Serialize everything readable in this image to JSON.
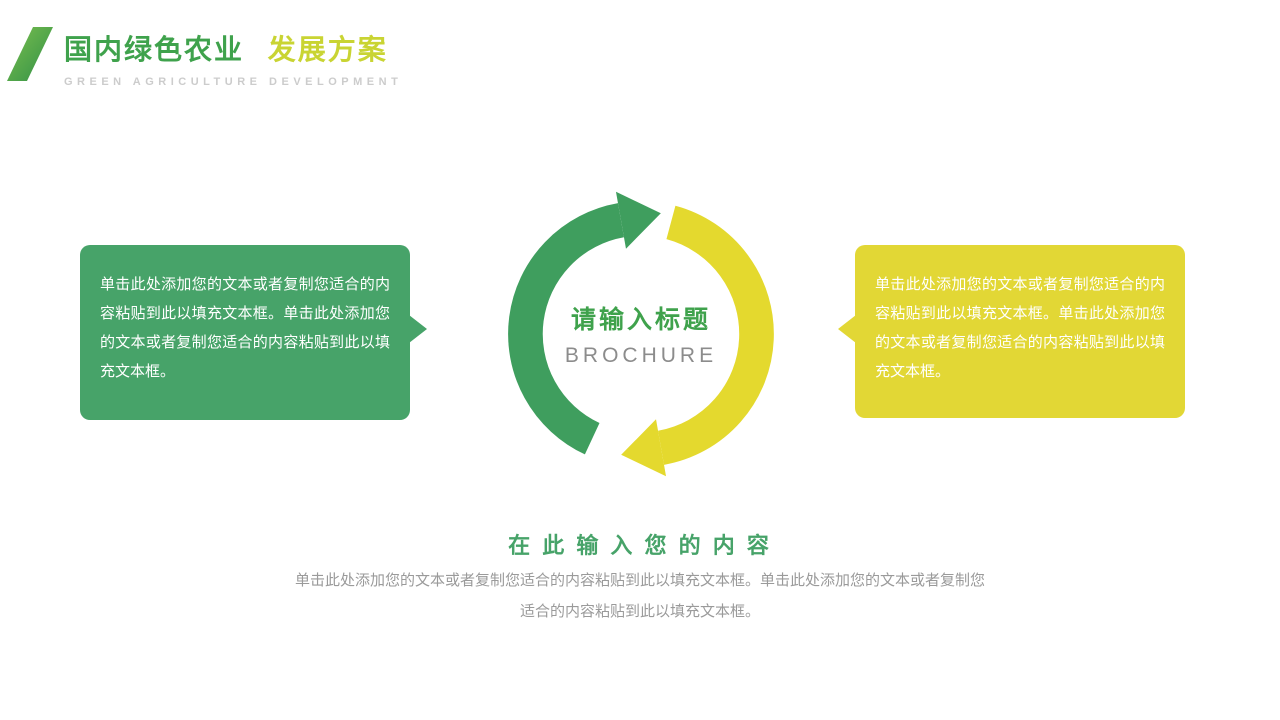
{
  "header": {
    "title_main": "国内绿色农业",
    "title_accent": "发展方案",
    "subtitle": "GREEN AGRICULTURE DEVELOPMENT"
  },
  "diagram": {
    "left_bubble_text": "单击此处添加您的文本或者复制您适合的内容粘贴到此以填充文本框。单击此处添加您的文本或者复制您适合的内容粘贴到此以填充文本框。",
    "right_bubble_text": "单击此处添加您的文本或者复制您适合的内容粘贴到此以填充文本框。单击此处添加您的文本或者复制您适合的内容粘贴到此以填充文本框。",
    "center_title": "请输入标题",
    "center_subtitle": "BROCHURE"
  },
  "footer": {
    "heading": "在 此 输 入 您 的 内 容",
    "body": "单击此处添加您的文本或者复制您适合的内容粘贴到此以填充文本框。单击此处添加您的文本或者复制您适合的内容粘贴到此以填充文本框。"
  },
  "colors": {
    "title_green": "#3fa24c",
    "title_yellow": "#c9d433",
    "bubble_green": "#47a369",
    "bubble_yellow": "#e2d735",
    "arrow_green": "#3f9e5e",
    "arrow_yellow": "#e4d92e",
    "center_gray": "#8c8c8c",
    "body_gray": "#9a9a9a",
    "subtitle_gray": "#cccccc"
  }
}
